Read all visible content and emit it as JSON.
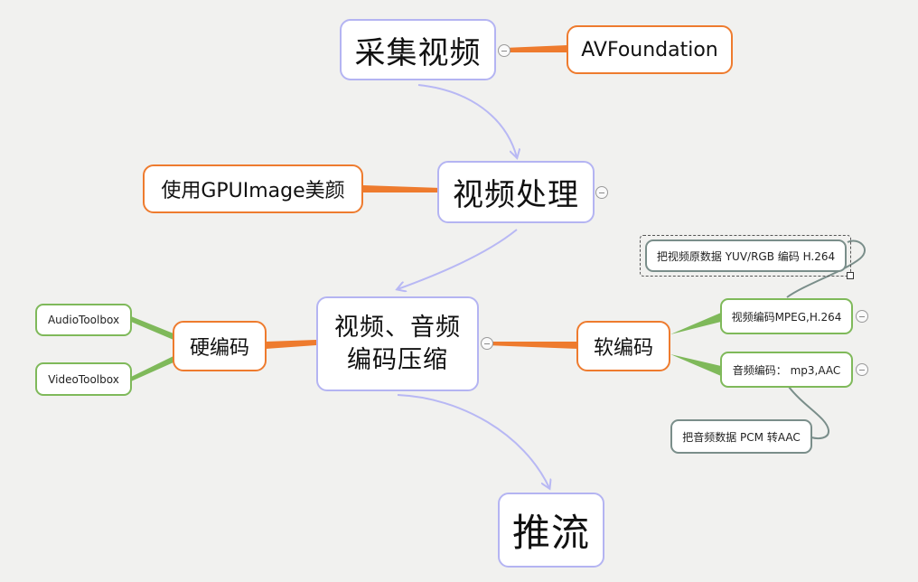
{
  "nodes": {
    "capture": "采集视频",
    "avfoundation": "AVFoundation",
    "process": "视频处理",
    "gpuimage": "使用GPUImage美颜",
    "encode": "视频、音频编码压缩",
    "hardware": "硬编码",
    "audiotoolbox": "AudioToolbox",
    "videotoolbox": "VideoToolbox",
    "software": "软编码",
    "video_encode": "视频编码MPEG,H.264",
    "audio_encode": "音频编码：  mp3,AAC",
    "yuv_note": "把视频原数据 YUV/RGB 编码 H.264",
    "pcm_note": "把音频数据 PCM 转AAC",
    "push": "推流"
  },
  "colors": {
    "main_border": "#b4b4f2",
    "main_arrow": "#b8b8f4",
    "orange": "#ee7b2e",
    "green": "#7fb95a",
    "gray": "#7a8e8a",
    "background": "#f1f1ef"
  }
}
